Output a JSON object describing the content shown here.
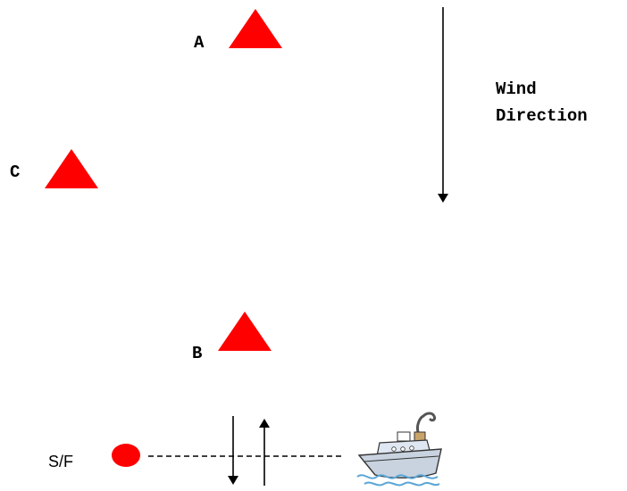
{
  "marks": [
    {
      "id": "A",
      "label": "A",
      "color": "#ff0000"
    },
    {
      "id": "C",
      "label": "C",
      "color": "#ff0000"
    },
    {
      "id": "B",
      "label": "B",
      "color": "#ff0000"
    }
  ],
  "wind": {
    "line1": "Wind",
    "line2": "Direction"
  },
  "start_finish": {
    "label": "S/F",
    "color": "#ff0000"
  },
  "icons": {
    "mark": "triangle-buoy-icon",
    "start_buoy": "round-buoy-icon",
    "committee_boat": "ship-icon"
  }
}
